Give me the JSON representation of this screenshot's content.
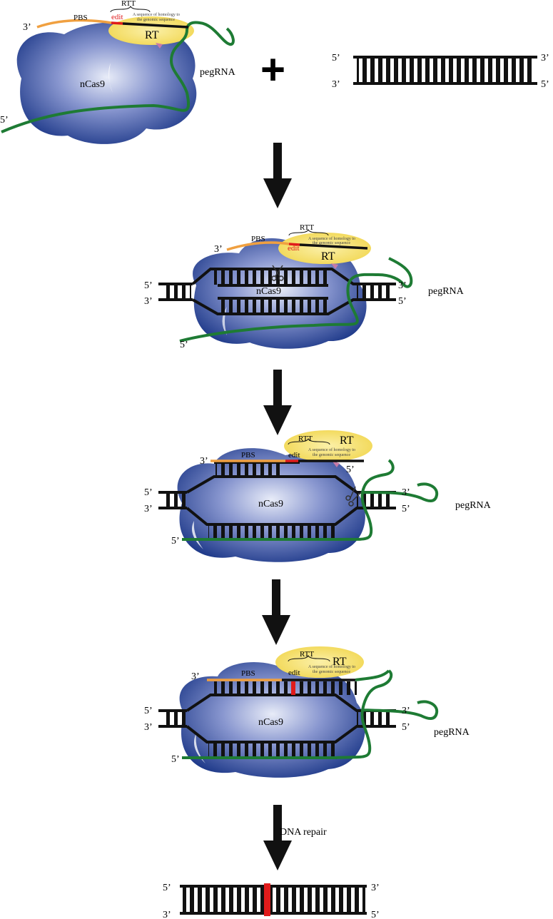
{
  "labels": {
    "five_prime": "5’",
    "three_prime": "3’",
    "pbs": "PBS",
    "rtt": "RTT",
    "edit": "edit",
    "rt": "RT",
    "homology_line1": "A sequence of homology to",
    "homology_line2": "the genomic sequence",
    "ncas9": "nCas9",
    "pegrna": "pegRNA",
    "plus": "+",
    "dna_repair": "DNA repair"
  },
  "colors": {
    "protein_dark": "#1f3a8a",
    "protein_light": "#e3e8f6",
    "pegrna_green": "#1e7b34",
    "pbs_orange": "#f0a040",
    "rt_yellow": "#f3dc62",
    "edit_red": "#e01b1b",
    "dna_black": "#111111",
    "linker_pink": "#c77aa6"
  }
}
